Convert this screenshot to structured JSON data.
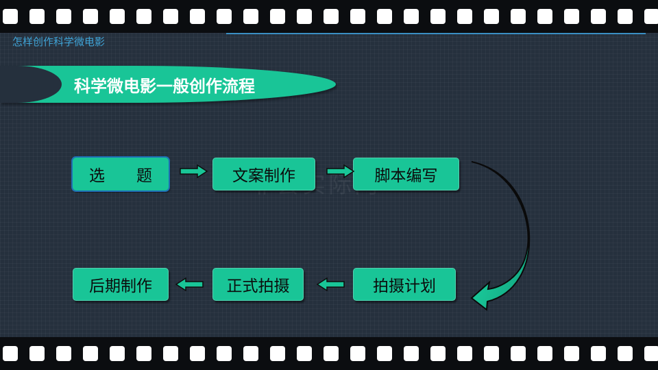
{
  "header": {
    "title": "怎样创作科学微电影"
  },
  "banner": {
    "title": "科学微电影一般创作流程"
  },
  "watermark": {
    "text": "非套实际门"
  },
  "steps": [
    {
      "label": "选　　题",
      "order": 1
    },
    {
      "label": "文案制作",
      "order": 2
    },
    {
      "label": "脚本编写",
      "order": 3
    },
    {
      "label": "拍摄计划",
      "order": 4
    },
    {
      "label": "正式拍摄",
      "order": 5
    },
    {
      "label": "后期制作",
      "order": 6
    }
  ],
  "colors": {
    "background": "#25303d",
    "accent": "#19c597",
    "header_text": "#3fa3d6",
    "film": "#0b0d10"
  }
}
